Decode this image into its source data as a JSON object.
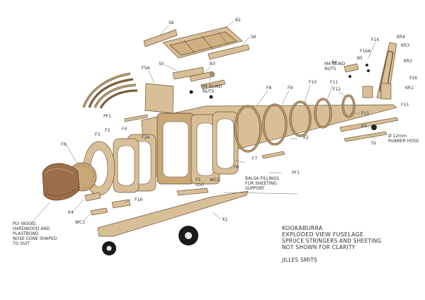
{
  "title": {
    "line1": "KOOKABURRA",
    "line2": "EXPLODED VIEW FUSELAGE",
    "note1": "SPRUCE STRINGERS AND SHEETING",
    "note2": "NOT SHOWN FOR CLARITY",
    "author": "JILLES SMITS"
  },
  "labels": {
    "s6_top": "S6",
    "b2": "B2",
    "s6_right": "S6",
    "s5": "S5",
    "b3a": "B3",
    "b3b": "B3",
    "f5a": "F5A",
    "m4_left_1": "M4 BLIND",
    "m4_left_2": "NUTS",
    "m4_right_1": "M4 BLIND",
    "m4_right_2": "NUTS",
    "f14": "F14",
    "kr4": "KR4",
    "kr3": "KR3",
    "kr2": "KR2",
    "f16": "F16",
    "kr1": "KR1",
    "f15": "F15",
    "f16a": "F16A",
    "b5": "B5",
    "b4": "B4",
    "f8": "F8",
    "f9": "F9",
    "f10": "F10",
    "f11": "F11",
    "f12": "F12",
    "f13": "F13",
    "k3": "K3",
    "s1": "S1",
    "hose": "Ø 12mm",
    "hose2": "RUBBER HOSE",
    "pf1_top": "PF1",
    "pf1_right": "PF1",
    "f4": "F4",
    "f3": "F3",
    "f2": "F2",
    "f2a": "F2A",
    "fn": "FN",
    "f7": "F7",
    "k2": "K2",
    "f6": "F6",
    "f5_1": "F5",
    "f5_2": "(2x)",
    "wc2": "WC2",
    "balsa1": "BALSA FILLINGS",
    "balsa2": "FOR SHEETING",
    "balsa3": "SUPPORT",
    "f1a": "F1A",
    "k4": "K4",
    "wc1": "WC1",
    "k1": "K1",
    "ply1": "PLY WOOD,",
    "ply2": "HARDWOOD AND",
    "ply3": "PLASTBOND",
    "ply4": "NOSE CONE SHAPED",
    "ply5": "TO SUIT"
  },
  "colors": {
    "wood_light": "#d9bf97",
    "wood_dark": "#7a5c38",
    "nose_cone": "#9c6e48",
    "wheel": "#1a1a1a"
  }
}
